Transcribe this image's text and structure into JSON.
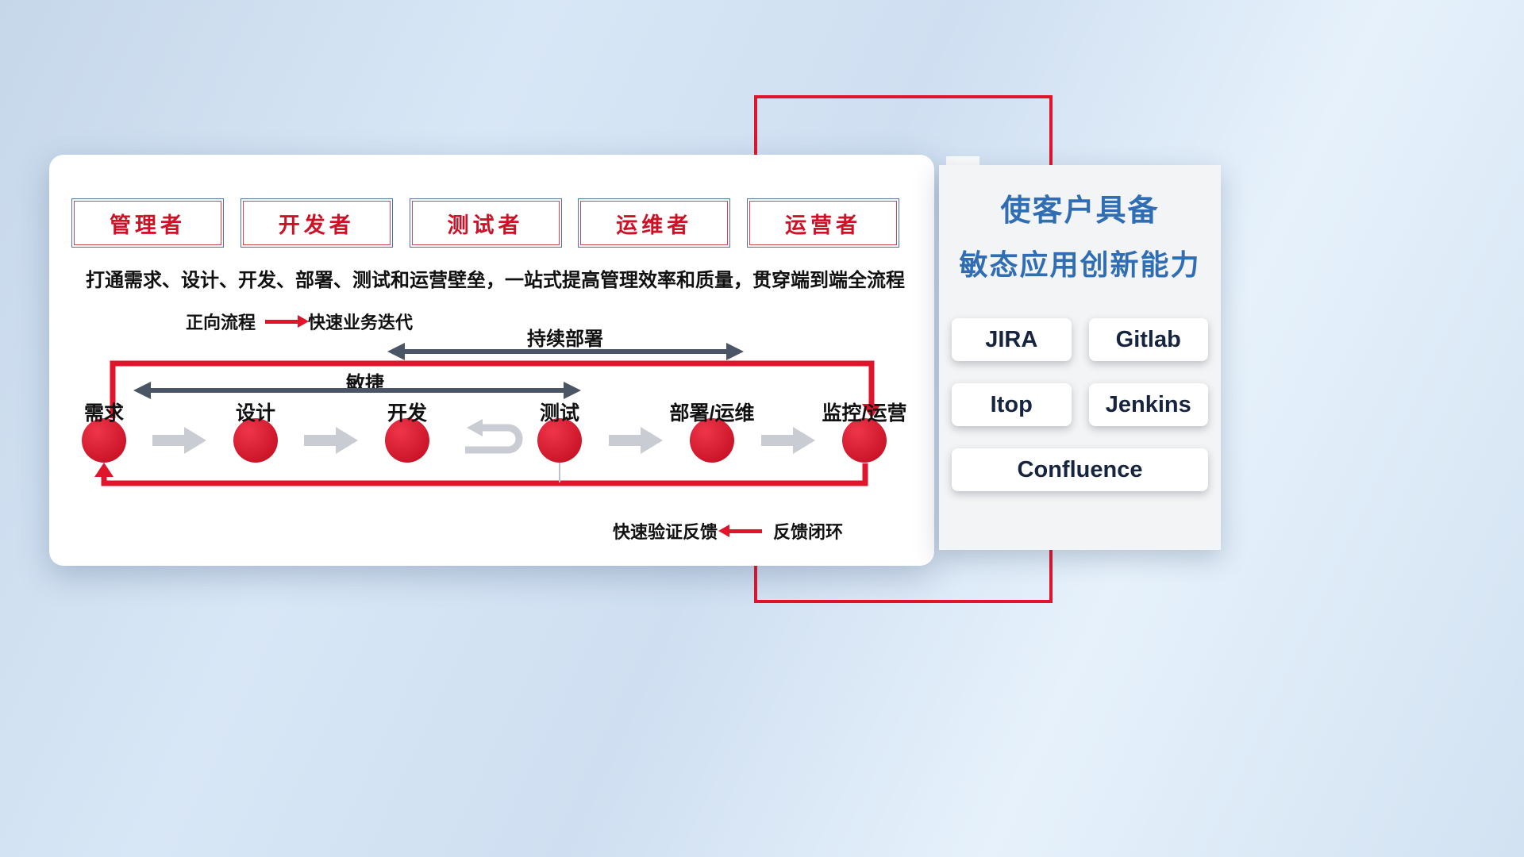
{
  "roles": [
    {
      "label": "管理者"
    },
    {
      "label": "开发者"
    },
    {
      "label": "测试者"
    },
    {
      "label": "运维者"
    },
    {
      "label": "运营者"
    }
  ],
  "subtitle": "打通需求、设计、开发、部署、测试和运营壁垒，一站式提高管理效率和质量，贯穿端到端全流程",
  "legend_forward": {
    "label": "正向流程",
    "desc": "快速业务迭代"
  },
  "span_arrows": [
    {
      "label": "持续部署"
    },
    {
      "label": "敏捷"
    }
  ],
  "nodes": [
    {
      "label": "需求"
    },
    {
      "label": "设计"
    },
    {
      "label": "开发"
    },
    {
      "label": "测试"
    },
    {
      "label": "部署/运维"
    },
    {
      "label": "监控/运营"
    }
  ],
  "legend_feedback": {
    "label": "快速验证反馈",
    "desc": "反馈闭环"
  },
  "right_panel": {
    "title_line1": "使客户具备",
    "title_line2": "敏态应用创新能力",
    "tools": [
      "JIRA",
      "Gitlab",
      "Itop",
      "Jenkins",
      "Confluence"
    ]
  },
  "colors": {
    "accent_red": "#e0142b",
    "node_red": "#d4122a",
    "title_blue": "#2f6db5",
    "dark_arrow": "#4a5565",
    "gray_arrow": "#c9ccd2"
  }
}
